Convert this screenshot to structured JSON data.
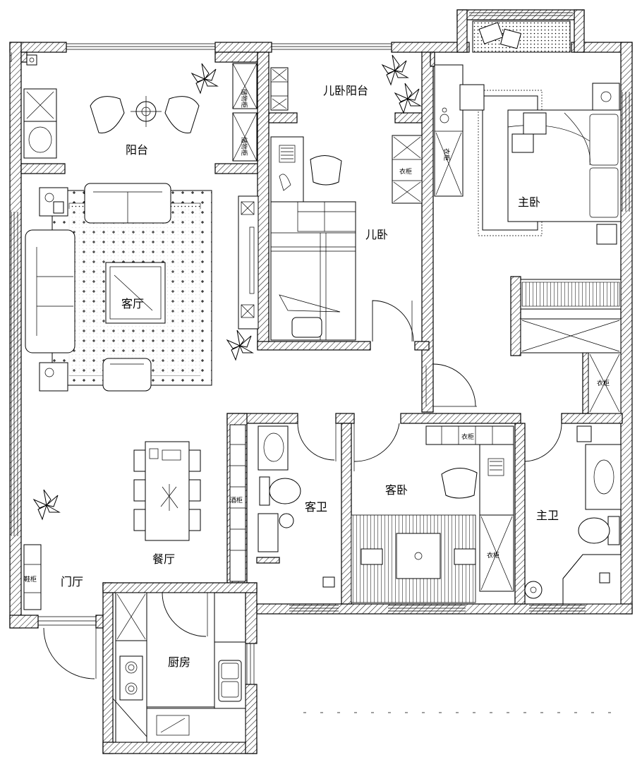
{
  "rooms": {
    "balcony": "阳台",
    "child_balcony": "儿卧阳台",
    "living_room": "客厅",
    "child_bedroom": "儿卧",
    "master_bedroom": "主卧",
    "guest_bath": "客卫",
    "guest_bedroom": "客卧",
    "master_bath": "主卫",
    "dining_room": "餐厅",
    "entrance": "门厅",
    "kitchen": "厨房"
  },
  "closets": {
    "balcony_closet_1": "储物柜",
    "balcony_closet_2": "储物柜",
    "child_closet": "衣柜",
    "master_closet_top": "衣柜",
    "master_closet_side": "衣柜",
    "master_wardrobe_strip": "衣柜",
    "guest_closet": "衣柜",
    "guest_closet_top": "衣柜",
    "dining_cabinet": "酒柜",
    "entrance_cabinet": "鞋柜"
  }
}
